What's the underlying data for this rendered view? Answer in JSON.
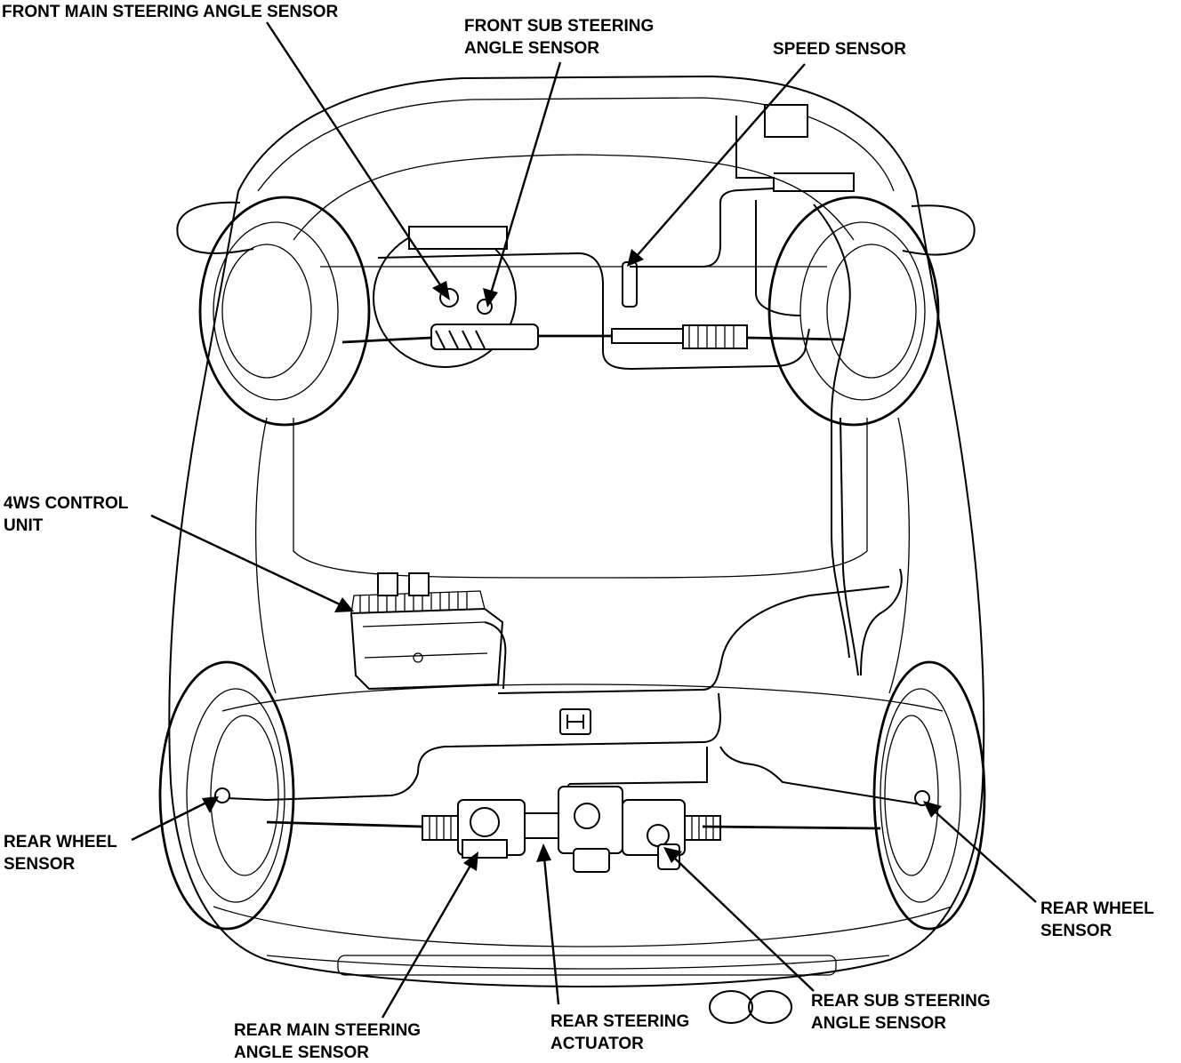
{
  "labels": {
    "front_main": [
      "FRONT MAIN STEERING ANGLE SENSOR"
    ],
    "front_sub": [
      "FRONT SUB STEERING",
      "ANGLE SENSOR"
    ],
    "speed": [
      "SPEED SENSOR"
    ],
    "control_unit": [
      "4WS CONTROL",
      "UNIT"
    ],
    "rear_wheel_left": [
      "REAR WHEEL",
      "SENSOR"
    ],
    "rear_wheel_right": [
      "REAR WHEEL",
      "SENSOR"
    ],
    "rear_main": [
      "REAR MAIN STEERING",
      "ANGLE SENSOR"
    ],
    "rear_actuator": [
      "REAR STEERING",
      "ACTUATOR"
    ],
    "rear_sub": [
      "REAR SUB STEERING",
      "ANGLE SENSOR"
    ]
  }
}
